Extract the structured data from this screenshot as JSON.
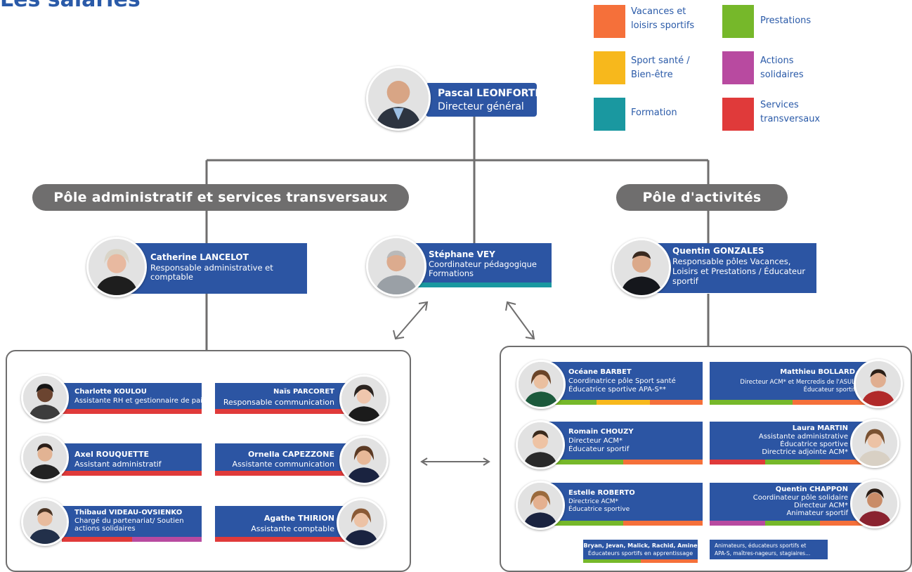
{
  "page": {
    "title": "Les salariés"
  },
  "colors": {
    "vacances": "#f5703a",
    "sport_sante": "#f7b81c",
    "formation": "#1a98a0",
    "prestations": "#76b82a",
    "solidaires": "#b84aa0",
    "transversaux": "#e03a3a",
    "card_blue": "#2c55a3",
    "pill_gray": "#6f6e6e"
  },
  "legend": [
    {
      "label_1": "Vacances et",
      "label_2": "loisirs sportifs",
      "color": "#f5703a"
    },
    {
      "label_1": "Prestations",
      "label_2": "",
      "color": "#76b82a"
    },
    {
      "label_1": "Sport santé /",
      "label_2": "Bien-être",
      "color": "#f7b81c"
    },
    {
      "label_1": "Actions",
      "label_2": "solidaires",
      "color": "#b84aa0"
    },
    {
      "label_1": "Formation",
      "label_2": "",
      "color": "#1a98a0"
    },
    {
      "label_1": "Services",
      "label_2": "transversaux",
      "color": "#e03a3a"
    }
  ],
  "director": {
    "name": "Pascal LEONFORTE",
    "role": "Directeur général"
  },
  "poles": {
    "admin": "Pôle administratif et services transversaux",
    "activites": "Pôle d'activités"
  },
  "managers": [
    {
      "name": "Catherine LANCELOT",
      "role_1": "Responsable administrative et",
      "role_2": "comptable",
      "role_3": ""
    },
    {
      "name": "Stéphane VEY",
      "role_1": "Coordinateur pédagogique",
      "role_2": "Formations",
      "role_3": ""
    },
    {
      "name": "Quentin GONZALES",
      "role_1": "Responsable pôles Vacances,",
      "role_2": "Loisirs et Prestations / Éducateur",
      "role_3": "sportif"
    }
  ],
  "admin_staff": [
    {
      "name": "Charlotte KOULOU",
      "role_1": "Assistante RH et gestionnaire de paie",
      "role_2": ""
    },
    {
      "name": "Naïs PARCORET",
      "role_1": "Responsable communication",
      "role_2": ""
    },
    {
      "name": "Axel ROUQUETTE",
      "role_1": "Assistant administratif",
      "role_2": ""
    },
    {
      "name": "Ornella CAPEZZONE",
      "role_1": "Assistante communication",
      "role_2": ""
    },
    {
      "name": "Thibaud VIDEAU-OVSIENKO",
      "role_1": "Chargé du partenariat/ Soutien",
      "role_2": "actions solidaires"
    },
    {
      "name": "Agathe THIRION",
      "role_1": "Assistante comptable",
      "role_2": ""
    }
  ],
  "activity_staff": [
    {
      "name": "Océane BARBET",
      "role_1": "Coordinatrice pôle Sport santé",
      "role_2": "Éducatrice sportive APA-S**",
      "role_3": ""
    },
    {
      "name": "Matthieu BOLLARD",
      "role_1": "Directeur ACM* et Mercredis de l'ASUL",
      "role_2": "Éducateur sportif",
      "role_3": ""
    },
    {
      "name": "Romain CHOUZY",
      "role_1": "Directeur ACM*",
      "role_2": "Éducateur sportif",
      "role_3": ""
    },
    {
      "name": "Laura MARTIN",
      "role_1": "Assistante administrative",
      "role_2": "Éducatrice sportive",
      "role_3": "Directrice adjointe ACM*"
    },
    {
      "name": "Estelle ROBERTO",
      "role_1": "Directrice ACM*",
      "role_2": "Éducatrice sportive",
      "role_3": ""
    },
    {
      "name": "Quentin CHAPPON",
      "role_1": "Coordinateur pôle solidaire",
      "role_2": "Directeur ACM*",
      "role_3": "Animateur sportif"
    }
  ],
  "apprentices": {
    "names": "Bryan, Jevan, Malick,  Rachid, Amine",
    "role": "Éducateurs sportifs en apprentissage"
  },
  "others": {
    "line_1": "Animateurs,  éducateurs sportifs  et",
    "line_2": "APA-S, maîtres-nageurs, stagiaires..."
  }
}
